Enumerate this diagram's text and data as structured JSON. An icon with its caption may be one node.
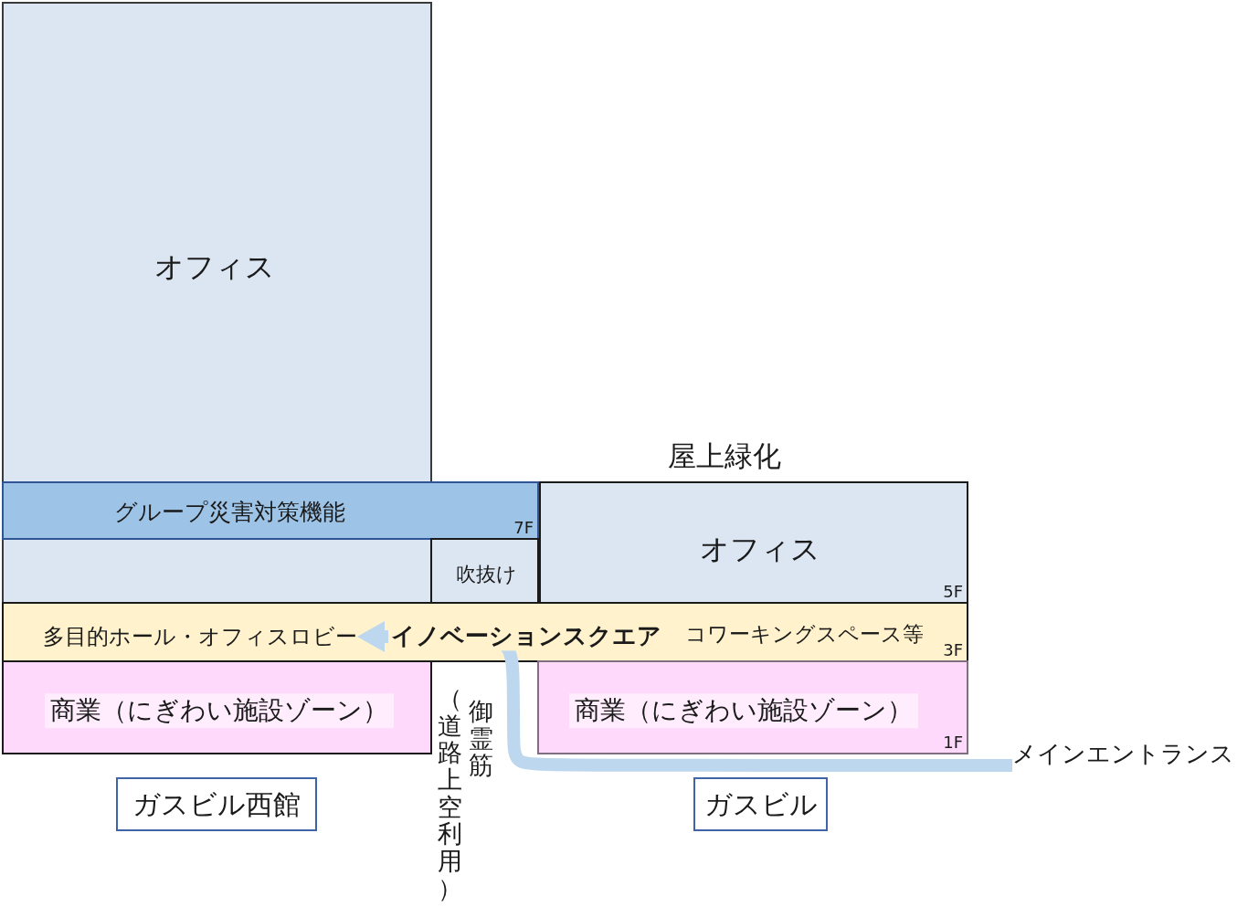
{
  "diagram": {
    "nodes": [
      {
        "text": [
          "オフィス"
        ]
      },
      {
        "text": [
          "グループ災害対策機能",
          "7F"
        ]
      },
      {
        "text": [
          "オフィス",
          "5F"
        ],
        "beside": [
          "屋上緑化"
        ]
      },
      {
        "text": [
          "吹抜け"
        ]
      },
      {
        "text": [
          "コワーキングスペース等",
          "3F"
        ]
      },
      {
        "text": [
          "多目的ホール・オフィスロビー"
        ],
        "in": 4
      },
      {
        "text": [
          "商業（にぎわい施設ゾーン）"
        ]
      },
      {
        "text": [
          "商業（にぎわい施設ゾーン）",
          "1F"
        ]
      },
      {
        "text": [
          "メインエントランス"
        ]
      },
      {
        "text": [
          "ガスビル西館"
        ]
      },
      {
        "text": [
          "ガスビル"
        ]
      }
    ],
    "edges": [
      {
        "from": 8,
        "to": 5,
        "arrow": "to",
        "label": "イノベーションスクエア",
        "color": "#bdd7ee"
      }
    ],
    "labels": [
      "御霊筋",
      "（道路上空利用）"
    ]
  }
}
